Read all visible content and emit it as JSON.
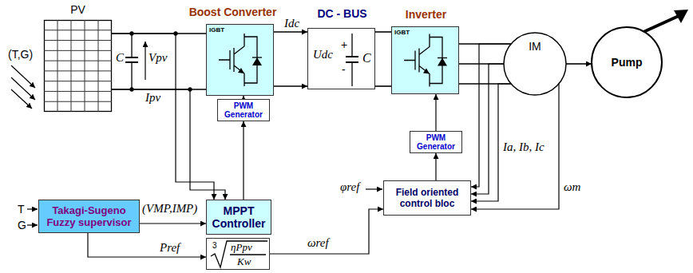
{
  "diagram": {
    "nodes": [
      {
        "text": [
          "PV"
        ]
      },
      {
        "text": [
          "Boost Converter",
          "IGBT"
        ]
      },
      {
        "text": [
          "DC - BUS",
          "Udc",
          "C"
        ]
      },
      {
        "text": [
          "Inverter",
          "IGBT"
        ]
      },
      {
        "text": [
          "IM"
        ]
      },
      {
        "text": [
          "Pump"
        ]
      },
      {
        "text": [
          "PWM Generator"
        ]
      },
      {
        "text": [
          "Takagi-Sugeno Fuzzy supervisor"
        ]
      },
      {
        "text": [
          "MPPT Controller"
        ]
      },
      {
        "text": [
          "PWM Generator"
        ]
      },
      {
        "text": [
          "Field oriented control bloc"
        ]
      },
      {
        "text": [
          "3",
          "ηPpv",
          "Kw"
        ]
      }
    ],
    "edges": [
      {
        "from": 0,
        "to": 1,
        "arrow": "none"
      },
      {
        "from": 1,
        "to": 2,
        "arrow": "to",
        "label": "Idc"
      },
      {
        "from": 2,
        "to": 3,
        "arrow": "none"
      },
      {
        "from": 3,
        "to": 4,
        "arrow": "none"
      },
      {
        "from": 4,
        "to": 5,
        "arrow": "to"
      },
      {
        "from": 6,
        "to": 1,
        "arrow": "to"
      },
      {
        "from": 8,
        "to": 6,
        "arrow": "to"
      },
      {
        "from": 0,
        "to": 8,
        "arrow": "to"
      },
      {
        "from": 7,
        "to": 8,
        "arrow": "to",
        "label": "(VMP,IMP)"
      },
      {
        "from": 7,
        "to": 11,
        "arrow": "to",
        "label": "Pref"
      },
      {
        "from": 11,
        "to": 10,
        "arrow": "to",
        "label": "ωref"
      },
      {
        "from": 10,
        "to": 9,
        "arrow": "to"
      },
      {
        "from": 9,
        "to": 3,
        "arrow": "to"
      },
      {
        "from": 4,
        "to": 10,
        "arrow": "to",
        "label": "Ia, Ib, Ic"
      },
      {
        "from": 4,
        "to": 10,
        "arrow": "to",
        "label": "ωm"
      }
    ],
    "labels": [
      "(T,G)",
      "T",
      "G",
      "C",
      "Vpv",
      "Ipv",
      "+",
      "-",
      "φref"
    ]
  }
}
